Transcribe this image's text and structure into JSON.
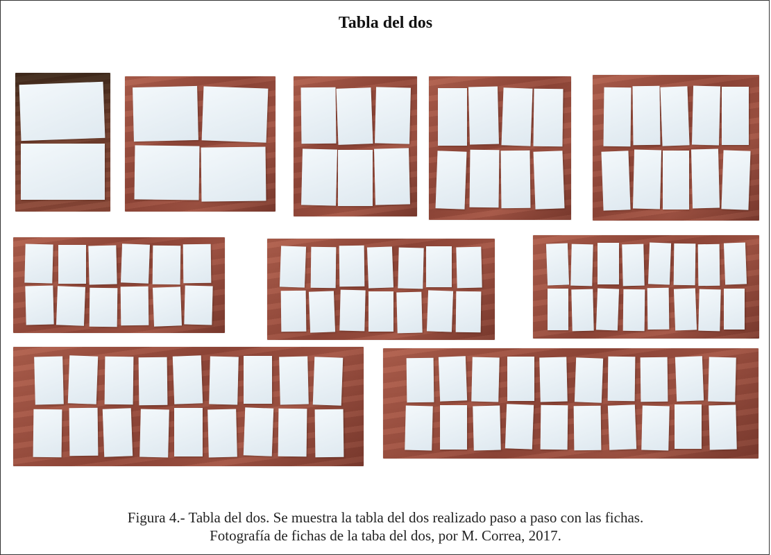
{
  "title": "Tabla del dos",
  "photos": [
    {
      "name": "photo-1",
      "cards_per_row": 1,
      "rows": 2
    },
    {
      "name": "photo-2",
      "cards_per_row": 2,
      "rows": 2
    },
    {
      "name": "photo-3",
      "cards_per_row": 3,
      "rows": 2
    },
    {
      "name": "photo-4",
      "cards_per_row": 4,
      "rows": 2
    },
    {
      "name": "photo-5",
      "cards_per_row": 5,
      "rows": 2
    },
    {
      "name": "photo-6",
      "cards_per_row": 6,
      "rows": 2
    },
    {
      "name": "photo-7",
      "cards_per_row": 7,
      "rows": 2
    },
    {
      "name": "photo-8",
      "cards_per_row": 8,
      "rows": 2
    },
    {
      "name": "photo-9",
      "cards_per_row": 9,
      "rows": 2
    },
    {
      "name": "photo-10",
      "cards_per_row": 10,
      "rows": 2
    }
  ],
  "caption": {
    "line1": "Figura 4.- Tabla del dos.  Se muestra la tabla del dos realizado paso a paso con las fichas.",
    "line2": "Fotografía de fichas de la taba del dos, por  M. Correa, 2017."
  }
}
